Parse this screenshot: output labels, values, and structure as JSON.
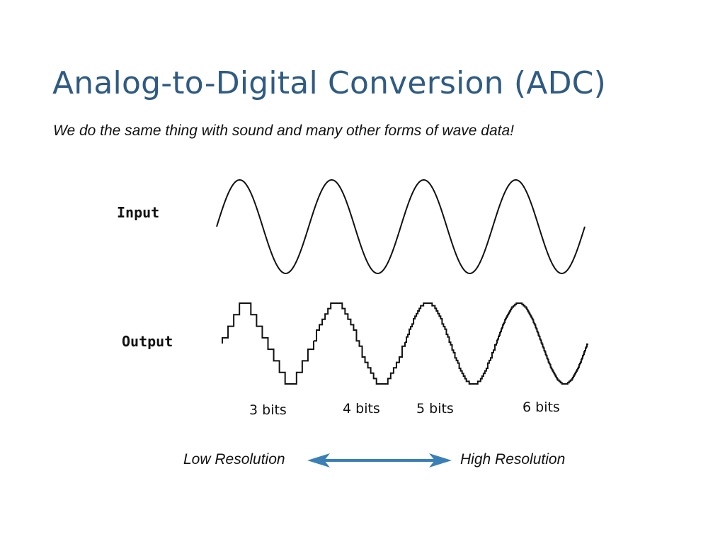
{
  "slide": {
    "title": "Analog-to-Digital Conversion (ADC)",
    "subtitle": "We do the same thing with sound and many other forms of wave data!"
  },
  "diagram": {
    "input_label": "Input",
    "output_label": "Output",
    "cycles": 4,
    "bit_depths": [
      {
        "bits": 3,
        "label": "3 bits"
      },
      {
        "bits": 4,
        "label": "4 bits"
      },
      {
        "bits": 5,
        "label": "5 bits"
      },
      {
        "bits": 6,
        "label": "6 bits"
      }
    ],
    "wave_color": "#111111"
  },
  "resolution_scale": {
    "low_label": "Low Resolution",
    "high_label": "High Resolution",
    "arrow_color": "#3a7fb5"
  }
}
